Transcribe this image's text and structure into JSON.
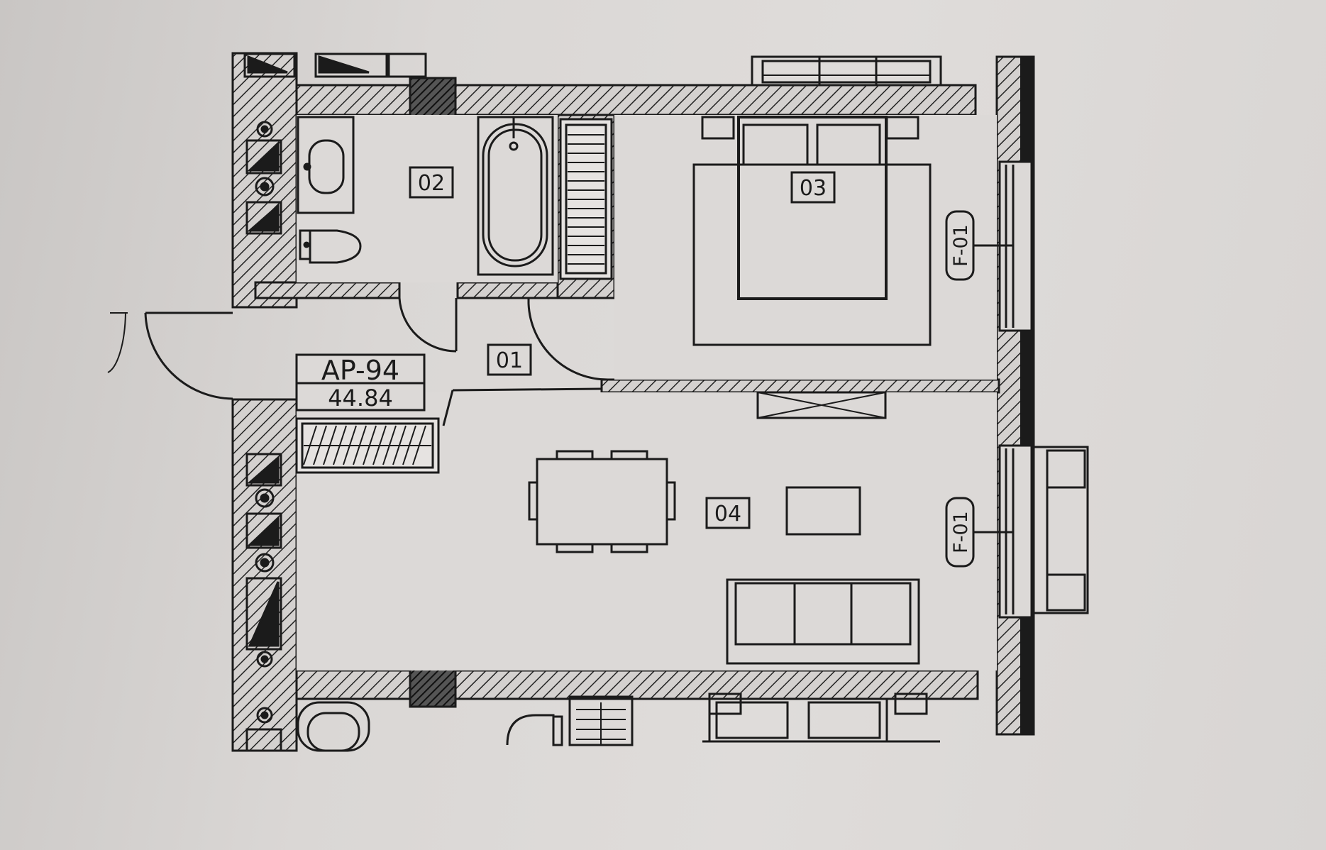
{
  "apartment": {
    "code": "AP-94",
    "area": "44.84"
  },
  "rooms": {
    "hall": "01",
    "bathroom": "02",
    "bedroom": "03",
    "living": "04"
  },
  "windows": {
    "bedroom_window": "F-01",
    "living_window": "F-01"
  },
  "colors": {
    "ink": "#1b1b1b",
    "paper": "#dcd9d7"
  }
}
